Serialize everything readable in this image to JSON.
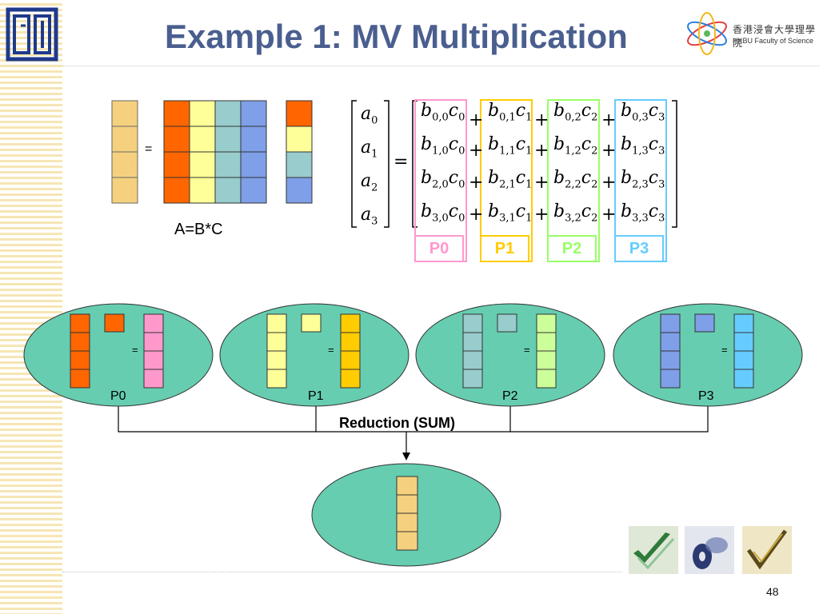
{
  "title": "Example 1: MV Multiplication",
  "page_number": "48",
  "equation_label": "A=B*C",
  "equals_symbol": "=",
  "plus_symbol": "+",
  "logo_right": {
    "chinese": "香港浸會大學理學院",
    "english": "HKBU  Faculty of Science"
  },
  "matrix_lhs": [
    "a_0",
    "a_1",
    "a_2",
    "a_3"
  ],
  "processors": [
    {
      "label": "P0",
      "color": "#ff99cc"
    },
    {
      "label": "P1",
      "color": "#ffcc00"
    },
    {
      "label": "P2",
      "color": "#99ff66"
    },
    {
      "label": "P3",
      "color": "#66ccff"
    }
  ],
  "node_labels": [
    "P0",
    "P1",
    "P2",
    "P3"
  ],
  "reduction_label": "Reduction (SUM)",
  "colors": {
    "vector_a": "#f5d17f",
    "col0": "#ff6600",
    "col1": "#ffff99",
    "col2": "#99cccc",
    "col3": "#7f9fe8",
    "result0": "#ff99cc",
    "result1": "#ffcc00",
    "result2": "#ccff99",
    "result3": "#66ccff",
    "ellipse": "#66cdb0",
    "title": "#4a5f8f"
  }
}
